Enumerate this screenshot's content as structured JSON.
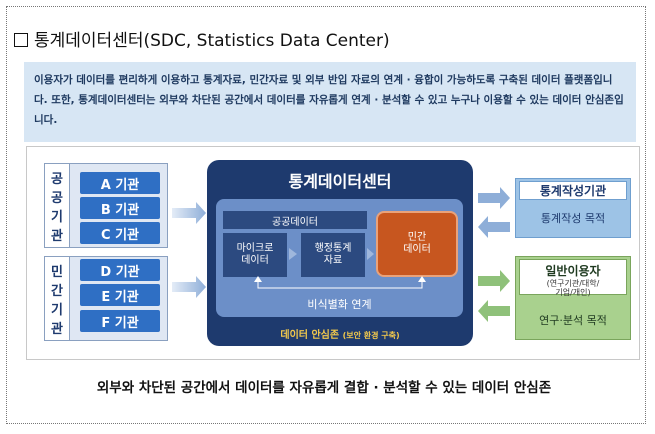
{
  "heading": "통계데이터센터(SDC, Statistics Data Center)",
  "intro": "이용자가 데이터를 편리하게 이용하고 통계자료, 민간자료 및 외부 반입 자료의 연계 · 융합이 가능하도록 구축된 데이터 플랫폼입니다. 또한, 통계데이터센터는 외부와 차단된 공간에서 데이터를 자유롭게 연계 · 분석할 수 있고 누구나 이용할 수 있는 데이터 안심존입니다.",
  "public_group": {
    "label": [
      "공",
      "공",
      "기",
      "관"
    ],
    "orgs": [
      "A 기관",
      "B 기관",
      "C 기관"
    ]
  },
  "private_group": {
    "label": [
      "민",
      "간",
      "기",
      "관"
    ],
    "orgs": [
      "D 기관",
      "E 기관",
      "F 기관"
    ]
  },
  "center": {
    "title": "통계데이터센터",
    "public_data": "공공데이터",
    "micro_data": [
      "마이크로",
      "데이터"
    ],
    "admin_data": [
      "행정통계",
      "자료"
    ],
    "private_data": [
      "민간",
      "데이터"
    ],
    "linkage": "비식별화 연계",
    "safe_zone": "데이터 안심존",
    "safe_zone_note": "(보안 환경 구축)"
  },
  "stat_agency": {
    "title": "통계작성기관",
    "desc": "통계작성 목적"
  },
  "general_users": {
    "title": "일반이용자",
    "sub": [
      "(연구기관/대학/",
      "기업/개인)"
    ],
    "desc": "연구·분석 목적"
  },
  "footer": "외부와 차단된 공간에서 데이터를 자유롭게 결합 · 분석할 수 있는 데이터 안심존",
  "colors": {
    "navy": "#1e3a6e",
    "blue": "#2f6fc4",
    "orange": "#c7561f",
    "light_blue": "#9dc3e6",
    "green": "#a9d18e"
  }
}
